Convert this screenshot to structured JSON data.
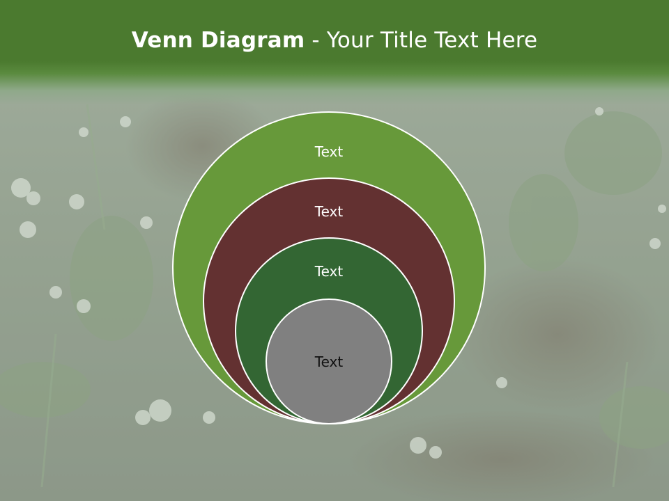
{
  "slide": {
    "title_bold": "Venn Diagram",
    "title_rest": " - Your Title Text Here"
  },
  "diagram": {
    "type": "nested-circles",
    "circles": [
      {
        "label": "Text",
        "color": "#67993a"
      },
      {
        "label": "Text",
        "color": "#633131"
      },
      {
        "label": "Text",
        "color": "#336633"
      },
      {
        "label": "Text",
        "color": "#808080"
      }
    ]
  },
  "theme": {
    "header_color": "#4b7a2f",
    "outline_color": "#ffffff"
  }
}
